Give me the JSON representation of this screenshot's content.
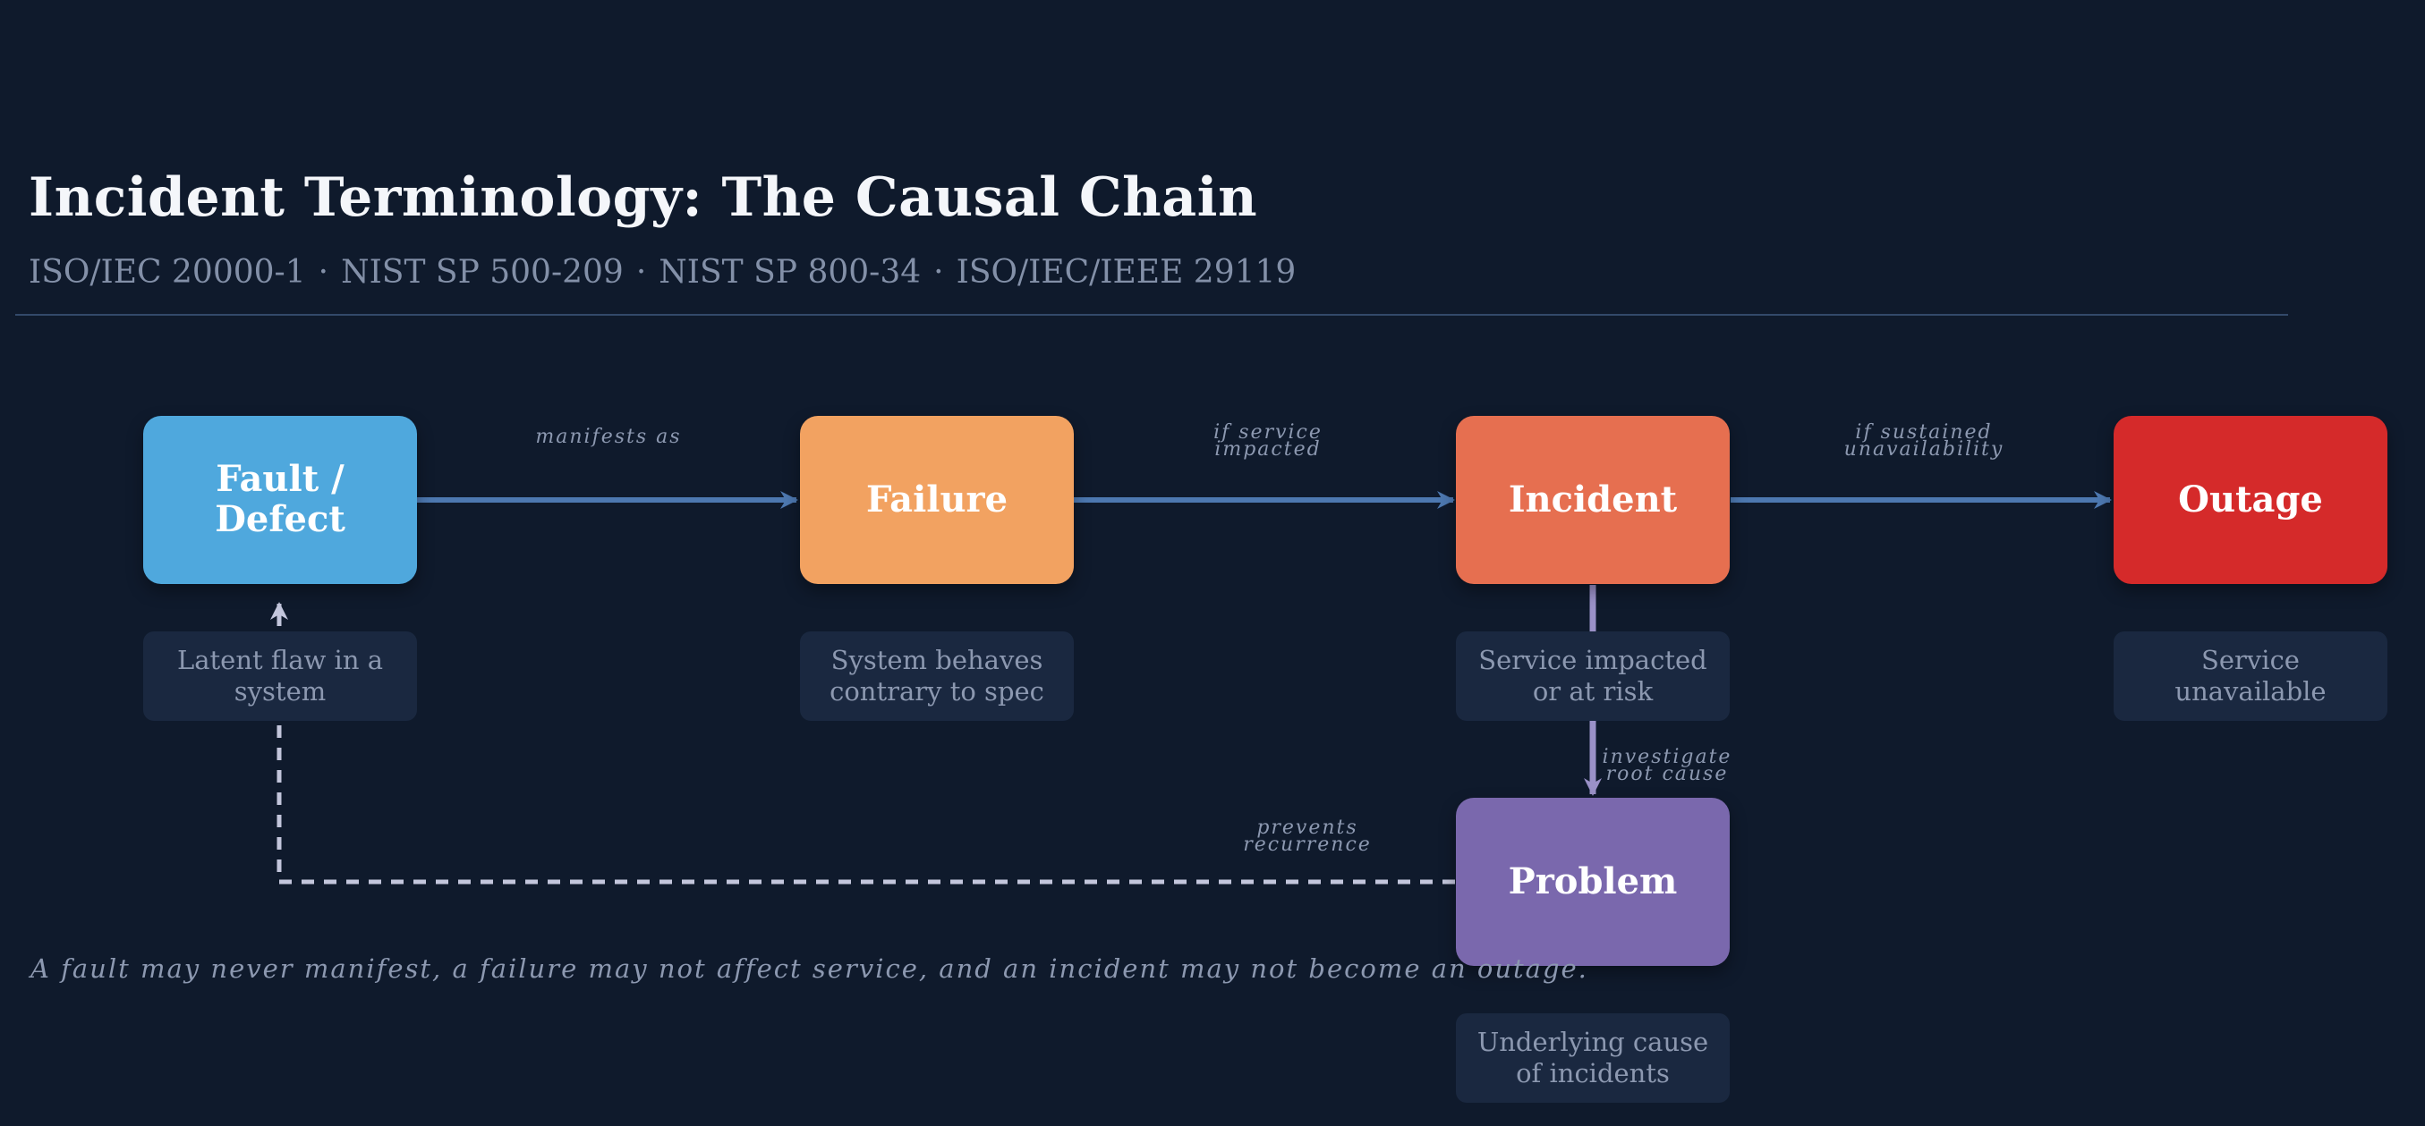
{
  "header": {
    "title": "Incident Terminology: The Causal Chain",
    "standards": [
      "ISO/IEC 20000-1",
      "NIST SP 500-209",
      "NIST SP 800-34",
      "ISO/IEC/IEEE 29119"
    ]
  },
  "colors": {
    "background": "#0f1a2c",
    "fault": "#4fa8dd",
    "failure": "#f2a261",
    "incident": "#e66f50",
    "outage": "#d52a2a",
    "problem": "#7a68ad",
    "main_edge": "#4d78b0",
    "investigate_edge": "#9a91c8",
    "feedback_edge": "#c3c6dc"
  },
  "nodes": {
    "fault": {
      "label_line1": "Fault /",
      "label_line2": "Defect",
      "description": "Latent flaw in a system"
    },
    "failure": {
      "label": "Failure",
      "description": "System behaves contrary to spec"
    },
    "incident": {
      "label": "Incident",
      "description": "Service impacted or at risk"
    },
    "outage": {
      "label": "Outage",
      "description": "Service unavailable"
    },
    "problem": {
      "label": "Problem",
      "description": "Underlying cause of incidents"
    }
  },
  "edges": {
    "fault_to_failure": {
      "label": "manifests as"
    },
    "failure_to_incident": {
      "label_line1": "if service",
      "label_line2": "impacted"
    },
    "incident_to_outage": {
      "label_line1": "if sustained",
      "label_line2": "unavailability"
    },
    "incident_to_problem": {
      "label_line1": "investigate",
      "label_line2": "root cause"
    },
    "problem_to_fault": {
      "label_line1": "prevents",
      "label_line2": "recurrence"
    }
  },
  "footnote": "A fault may never manifest, a failure may not affect service, and an incident may not become an outage."
}
